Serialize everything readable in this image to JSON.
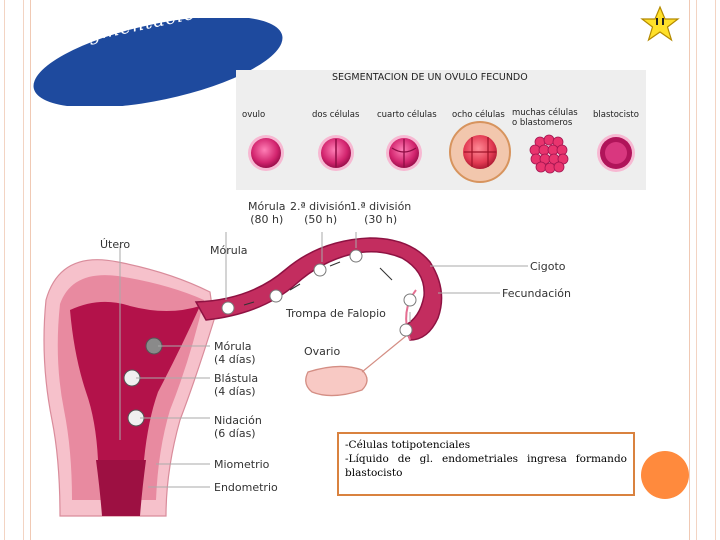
{
  "slide": {
    "title": "Segmentación",
    "colors": {
      "title_oval": "#1e4a9e",
      "accent_border": "#d9823f",
      "orange_dot": "#ff8a3d",
      "uterus": "#b3124a",
      "frame": "#f0c9b4"
    }
  },
  "segmentation_panel": {
    "title": "SEGMENTACION DE UN OVULO FECUNDO",
    "stages": [
      {
        "label": "ovulo"
      },
      {
        "label": "dos células"
      },
      {
        "label": "cuarto células"
      },
      {
        "label": "ocho células"
      },
      {
        "label": "muchas células",
        "label2": "o blastomeros"
      },
      {
        "label": "blastocisto"
      }
    ]
  },
  "diagram": {
    "top_labels": [
      {
        "line1": "Mórula",
        "line2": "(80 h)"
      },
      {
        "line1": "2.ª división",
        "line2": "(50 h)"
      },
      {
        "line1": "1.ª división",
        "line2": "(30 h)"
      }
    ],
    "labels": {
      "utero": "Útero",
      "morula": "Mórula",
      "cigoto": "Cigoto",
      "fecundacion": "Fecundación",
      "trompa": "Trompa de Falopio",
      "ovario": "Ovario",
      "morula_4": "Mórula",
      "morula_4_days": "(4 días)",
      "blastula": "Blástula",
      "blastula_days": "(4 días)",
      "nidacion": "Nidación",
      "nidacion_days": "(6 días)",
      "miometrio": "Miometrio",
      "endometrio": "Endometrio"
    }
  },
  "note": {
    "line1": "-Células totipotenciales",
    "line2": "-Líquido de gl. endometriales ingresa formando",
    "line3": "blastocisto"
  }
}
